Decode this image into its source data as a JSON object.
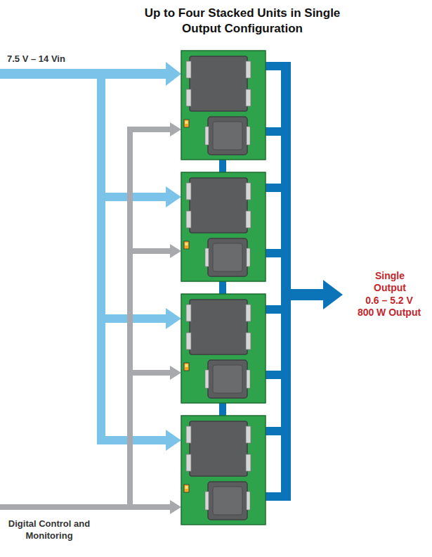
{
  "diagram": {
    "title": "Up to Four Stacked Units in Single Output Configuration",
    "labels": [
      "7.5 V – 14 Vin",
      "Digital Control and Monitoring",
      "Single Output",
      "0.6 – 5.2 V",
      "800 W Output"
    ]
  }
}
